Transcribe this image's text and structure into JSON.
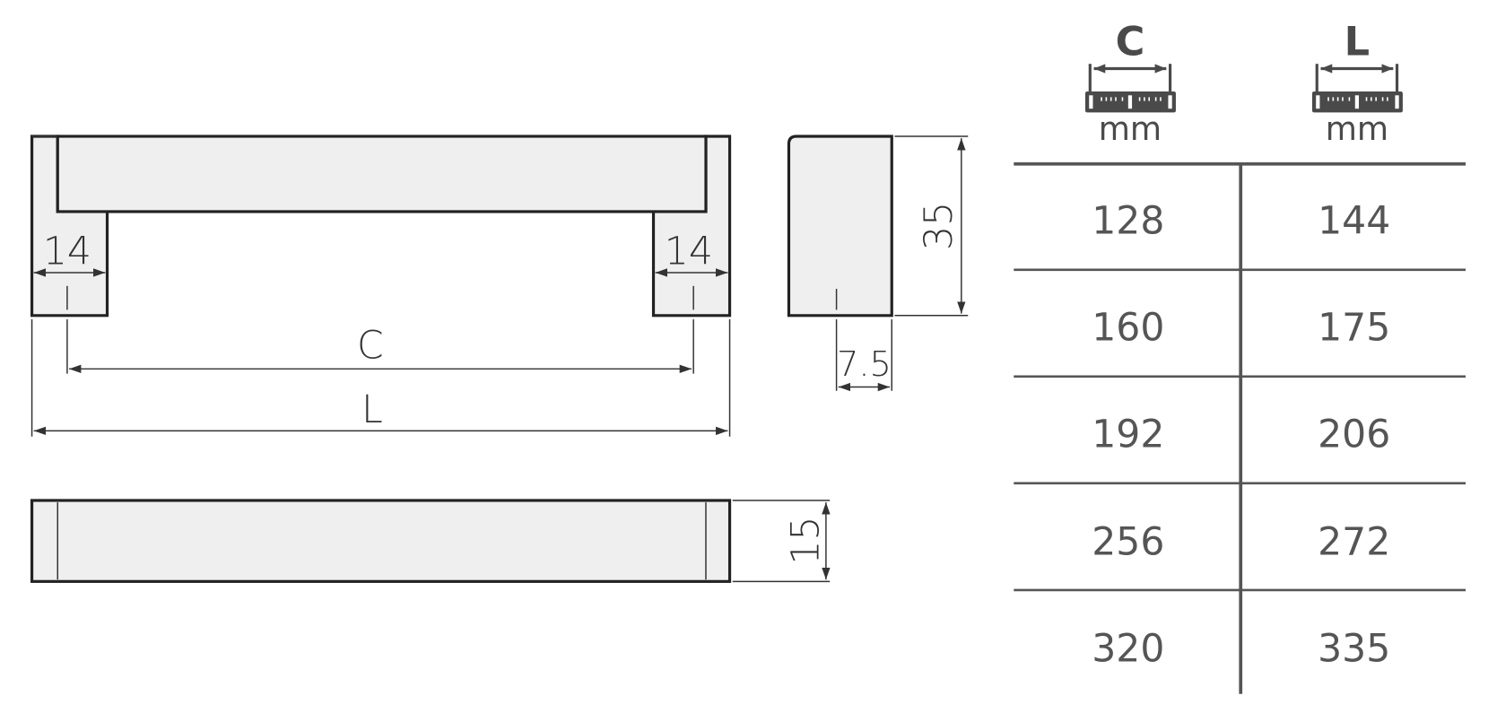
{
  "drawing": {
    "dim_foot_width_left": "14",
    "dim_foot_width_right": "14",
    "dim_center": "C",
    "dim_length": "L",
    "dim_height": "35",
    "dim_depth": "7.5",
    "dim_thickness": "15"
  },
  "table": {
    "headers": [
      {
        "label": "C",
        "unit": "mm",
        "icon": "ruler-icon"
      },
      {
        "label": "L",
        "unit": "mm",
        "icon": "ruler-icon"
      }
    ],
    "rows": [
      [
        "128",
        "144"
      ],
      [
        "160",
        "175"
      ],
      [
        "192",
        "206"
      ],
      [
        "256",
        "272"
      ],
      [
        "320",
        "335"
      ]
    ]
  },
  "colors": {
    "outline": "#222222",
    "fill": "#efefef",
    "table": "#555555"
  }
}
